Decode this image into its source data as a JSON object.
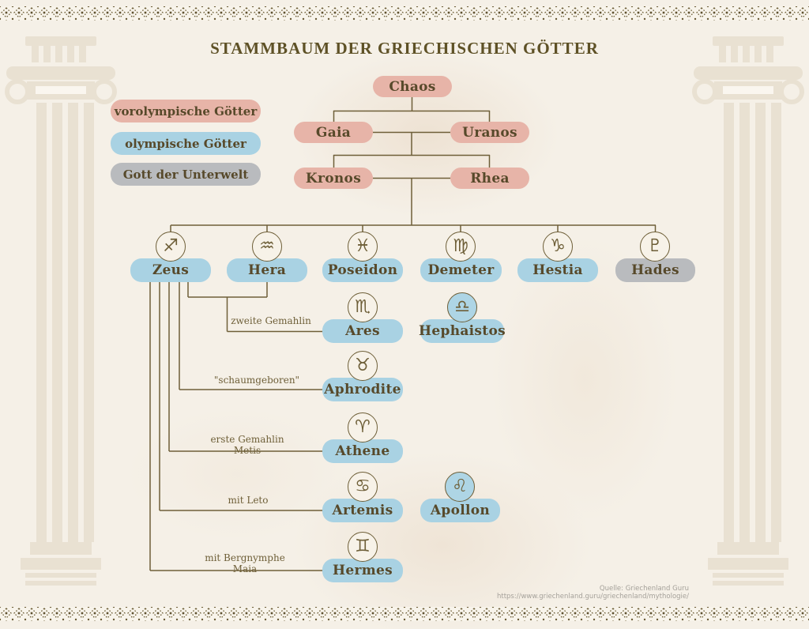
{
  "title": "STAMMBAUM DER GRIECHISCHEN GÖTTER",
  "legend": [
    {
      "label": "vorolympische Götter",
      "color": "#e7b4a8"
    },
    {
      "label": "olympische Götter",
      "color": "#a9d2e3"
    },
    {
      "label": "Gott der Unterwelt",
      "color": "#b9bbbe"
    }
  ],
  "colors": {
    "background": "#f5f0e7",
    "pre_olympian": "#e7b4a8",
    "olympian": "#a9d2e3",
    "underworld": "#b9bbbe",
    "line": "#6e5f38",
    "node_text": "#57492a",
    "title_text": "#5e5126"
  },
  "nodes": [
    {
      "label": "Chaos",
      "group": "pre_olympian"
    },
    {
      "label": "Gaia",
      "group": "pre_olympian"
    },
    {
      "label": "Uranos",
      "group": "pre_olympian"
    },
    {
      "label": "Kronos",
      "group": "pre_olympian"
    },
    {
      "label": "Rhea",
      "group": "pre_olympian"
    },
    {
      "label": "Zeus",
      "group": "olympian",
      "icon": "sagittarius",
      "icon_glyph": "♐"
    },
    {
      "label": "Hera",
      "group": "olympian",
      "icon": "aquarius",
      "icon_glyph": "♒"
    },
    {
      "label": "Poseidon",
      "group": "olympian",
      "icon": "pisces",
      "icon_glyph": "♓"
    },
    {
      "label": "Demeter",
      "group": "olympian",
      "icon": "virgo",
      "icon_glyph": "♍"
    },
    {
      "label": "Hestia",
      "group": "olympian",
      "icon": "capricorn",
      "icon_glyph": "♑"
    },
    {
      "label": "Hades",
      "group": "underworld",
      "icon": "pluto",
      "icon_glyph": "♇"
    },
    {
      "label": "Ares",
      "group": "olympian",
      "icon": "scorpio",
      "icon_glyph": "♏"
    },
    {
      "label": "Hephaistos",
      "group": "olympian",
      "icon": "libra",
      "icon_glyph": "♎"
    },
    {
      "label": "Aphrodite",
      "group": "olympian",
      "icon": "taurus",
      "icon_glyph": "♉"
    },
    {
      "label": "Athene",
      "group": "olympian",
      "icon": "aries",
      "icon_glyph": "♈"
    },
    {
      "label": "Artemis",
      "group": "olympian",
      "icon": "cancer",
      "icon_glyph": "♋"
    },
    {
      "label": "Apollon",
      "group": "olympian",
      "icon": "leo",
      "icon_glyph": "♌"
    },
    {
      "label": "Hermes",
      "group": "olympian",
      "icon": "gemini",
      "icon_glyph": "♊"
    }
  ],
  "edge_labels": [
    {
      "text": "zweite Gemahlin"
    },
    {
      "text": "\"schaumgeboren\""
    },
    {
      "text": "erste Gemahlin Metis"
    },
    {
      "text": "mit Leto"
    },
    {
      "text": "mit Bergnymphe Maia"
    }
  ],
  "edges": [
    {
      "parents": "Chaos",
      "children": [
        "Gaia",
        "Uranos"
      ]
    },
    {
      "parents": "Gaia + Uranos",
      "children": [
        "Kronos",
        "Rhea"
      ]
    },
    {
      "parents": "Kronos + Rhea",
      "children": [
        "Zeus",
        "Hera",
        "Poseidon",
        "Demeter",
        "Hestia",
        "Hades"
      ]
    },
    {
      "parents": "Zeus + Hera",
      "label": "zweite Gemahlin",
      "children": [
        "Ares",
        "Hephaistos"
      ]
    },
    {
      "parents": "Zeus",
      "label": "\"schaumgeboren\"",
      "children": [
        "Aphrodite"
      ]
    },
    {
      "parents": "Zeus",
      "label": "erste Gemahlin Metis",
      "children": [
        "Athene"
      ]
    },
    {
      "parents": "Zeus",
      "label": "mit Leto",
      "children": [
        "Artemis",
        "Apollon"
      ]
    },
    {
      "parents": "Zeus",
      "label": "mit Bergnymphe Maia",
      "children": [
        "Hermes"
      ]
    }
  ],
  "source": {
    "line1": "Quelle: Griechenland Guru",
    "line2": "https://www.griechenland.guru/griechenland/mythologie/"
  }
}
